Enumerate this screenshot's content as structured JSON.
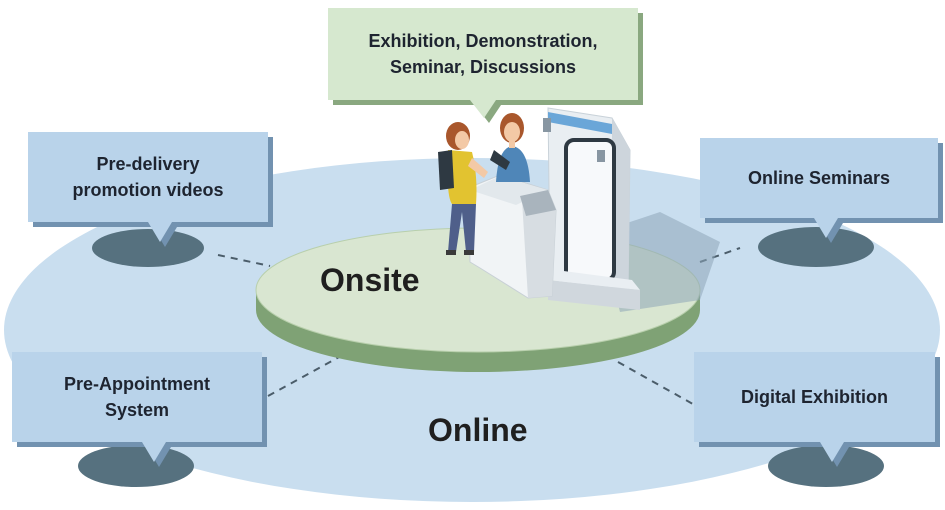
{
  "top_callout": {
    "line1": "Exhibition, Demonstration,",
    "line2": "Seminar, Discussions"
  },
  "callouts": {
    "pre_delivery": {
      "line1": "Pre-delivery",
      "line2": "promotion videos"
    },
    "online_seminars": {
      "line1": "Online Seminars"
    },
    "pre_appointment": {
      "line1": "Pre-Appointment",
      "line2": "System"
    },
    "digital_exhibition": {
      "line1": "Digital Exhibition"
    }
  },
  "labels": {
    "onsite": "Onsite",
    "online": "Online"
  },
  "colors": {
    "online_area": "#c9deef",
    "onsite_top": "#d9e6d1",
    "onsite_side": "#7fa275",
    "callout_fill": "#b9d3ea",
    "callout_shadow": "#7292b0",
    "top_callout_fill": "#d6e8cf",
    "top_callout_shadow": "#8aa880",
    "ellipse_dark": "#56717f",
    "dash": "#4b5d6a"
  }
}
